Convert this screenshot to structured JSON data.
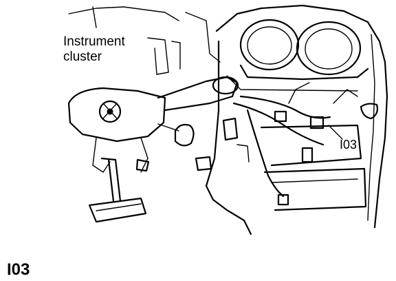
{
  "callouts": {
    "instrument_cluster_line1": "Instrument",
    "instrument_cluster_line2": "cluster",
    "connector": "I03"
  },
  "figure_code": "I03"
}
